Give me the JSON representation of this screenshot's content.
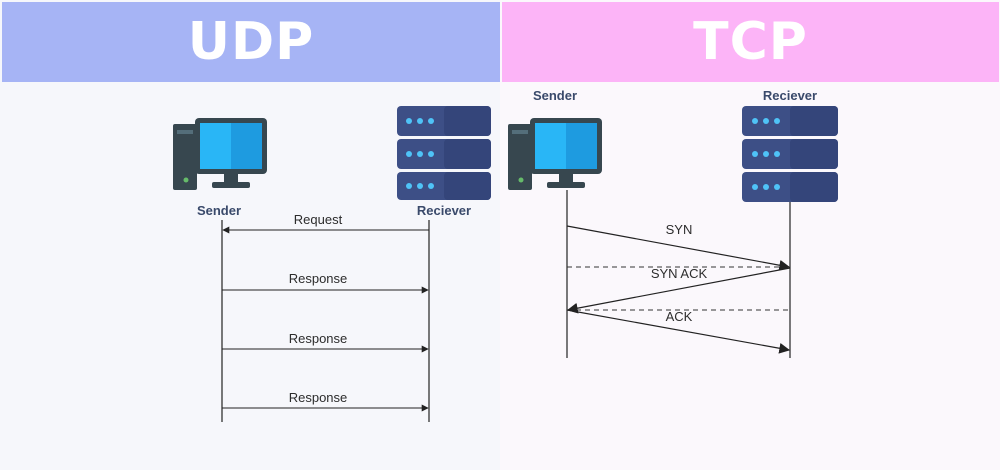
{
  "udp": {
    "title": "UDP",
    "sender_label": "Sender",
    "receiver_label": "Reciever",
    "messages": [
      "Request",
      "Response",
      "Response",
      "Response"
    ]
  },
  "tcp": {
    "title": "TCP",
    "sender_label": "Sender",
    "receiver_label": "Reciever",
    "messages": [
      "SYN",
      "SYN ACK",
      "ACK"
    ]
  },
  "colors": {
    "udp_header": "#a6b4f5",
    "tcp_header": "#fcb4f7",
    "monitor_screen": "#29b6f6",
    "server_body": "#3d4f86",
    "server_leds": "#4fc3f7"
  },
  "icons": [
    "desktop-computer-icon",
    "server-rack-icon"
  ]
}
